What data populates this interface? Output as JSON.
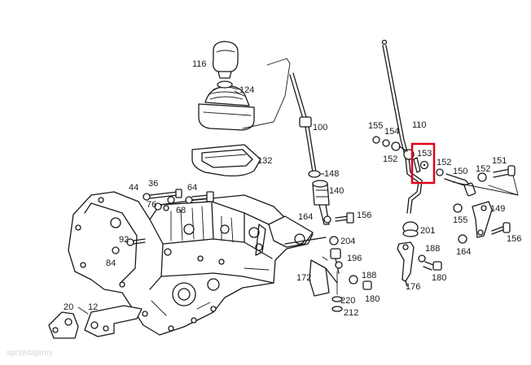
{
  "highlight": {
    "part": "153",
    "color": "#e2001a"
  },
  "watermark": "sprzedajemy",
  "parts": {
    "p116": "116",
    "p124": "124",
    "p100": "100",
    "p132": "132",
    "p148": "148",
    "p140": "140",
    "p164a": "164",
    "p156a": "156",
    "p204": "204",
    "p196": "196",
    "p172": "172",
    "p188a": "188",
    "p180a": "180",
    "p220": "220",
    "p212": "212",
    "p44": "44",
    "p36": "36",
    "p64": "64",
    "p76": "76",
    "p68": "68",
    "p92": "92",
    "p84": "84",
    "p20": "20",
    "p12": "12",
    "p155": "155",
    "p154": "154",
    "p110": "110",
    "p152a": "152",
    "p153": "153",
    "p152b": "152",
    "p150": "150",
    "p152c": "152",
    "p151": "151",
    "p155b": "155",
    "p149": "149",
    "p164b": "164",
    "p156b": "156",
    "p201": "201",
    "p188b": "188",
    "p180b": "180",
    "p176": "176"
  }
}
